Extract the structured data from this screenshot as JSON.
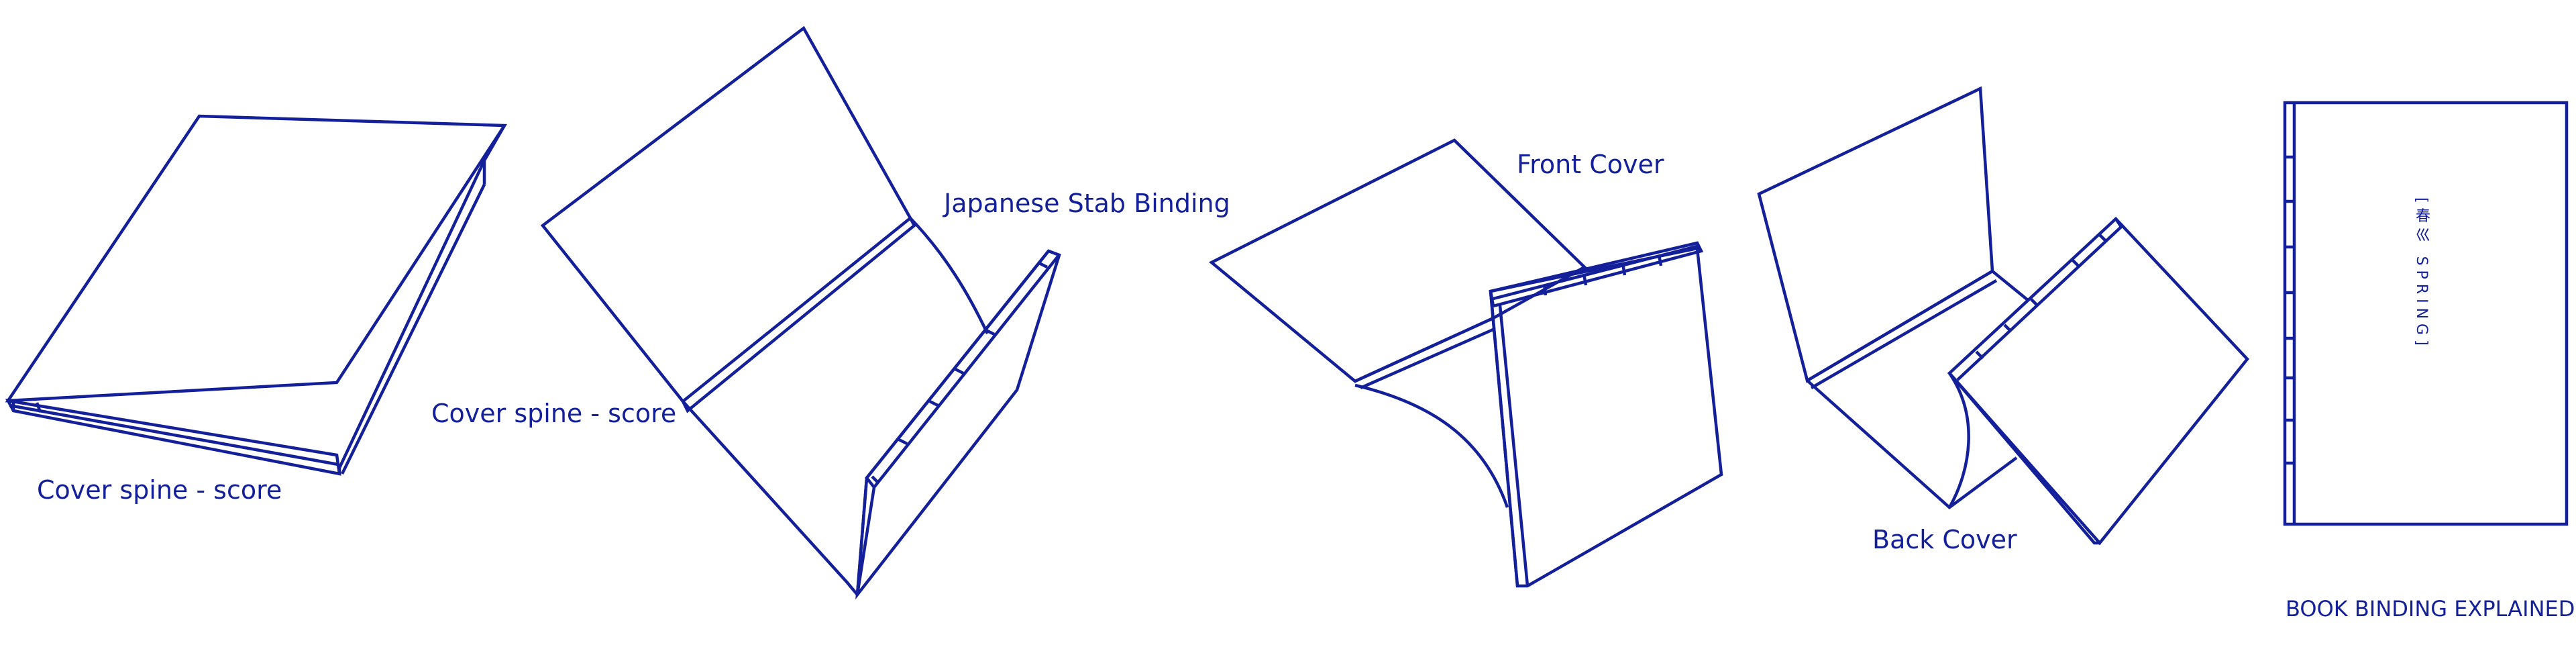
{
  "colors": {
    "ink": "#13209a",
    "background": "#ffffff"
  },
  "labels": {
    "cover_spine_score_1": "Cover spine - score",
    "cover_spine_score_2": "Cover spine - score",
    "japanese_stab_binding": "Japanese Stab Binding",
    "front_cover": "Front Cover",
    "back_cover": "Back Cover"
  },
  "book_cover_title": "[春巛 SPRING]",
  "caption": "BOOK BINDING EXPLAINED"
}
